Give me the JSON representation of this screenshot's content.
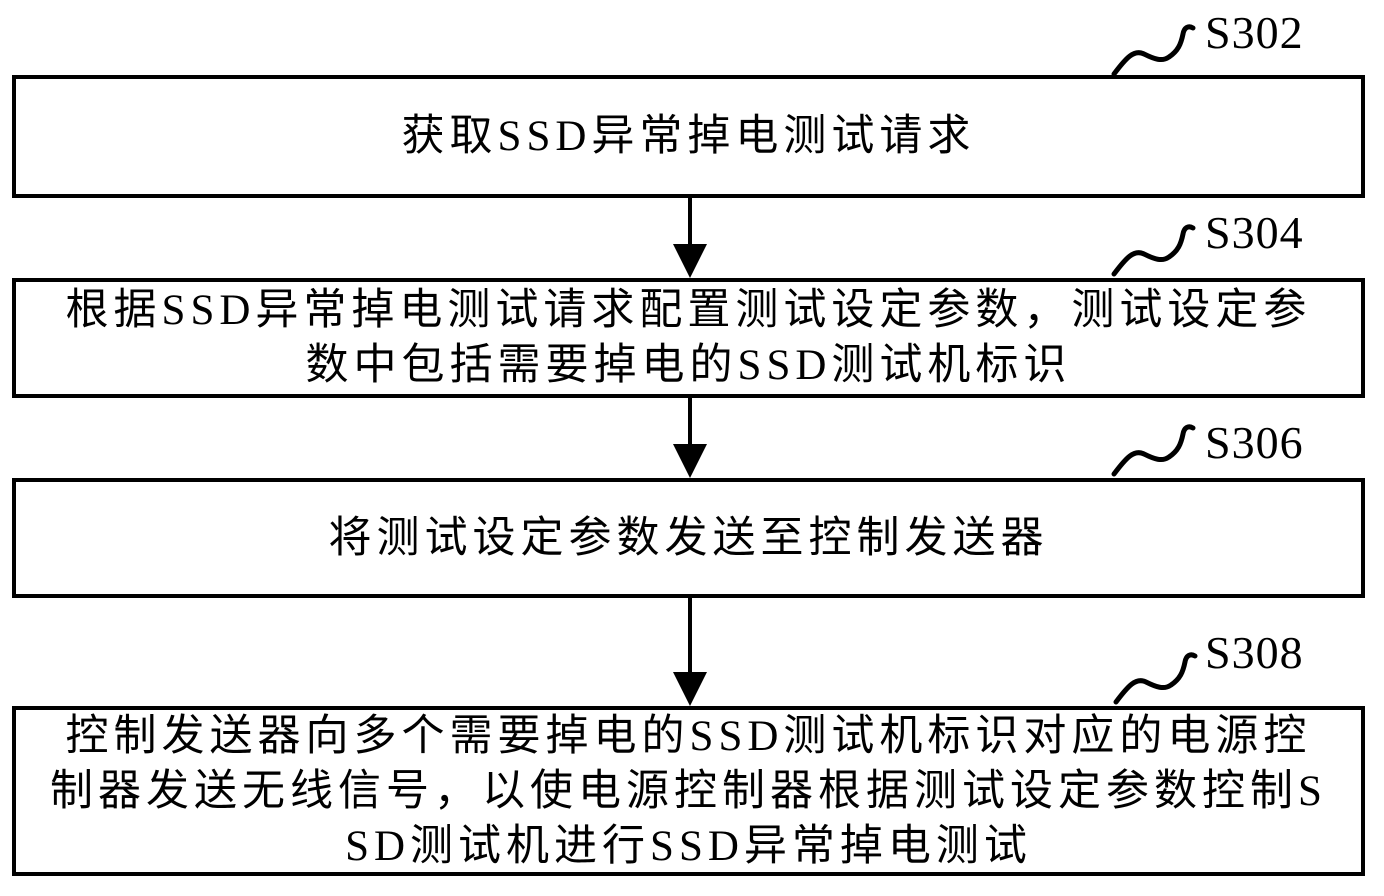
{
  "page": {
    "background_color": "#ffffff",
    "line_color": "#000000"
  },
  "flowchart": {
    "type": "vertical-process-flow",
    "steps": [
      {
        "label": "S302",
        "lines": [
          "获取SSD异常掉电测试请求"
        ]
      },
      {
        "label": "S304",
        "lines": [
          "根据SSD异常掉电测试请求配置测试设定参数，测试设定参",
          "数中包括需要掉电的SSD测试机标识"
        ]
      },
      {
        "label": "S306",
        "lines": [
          "将测试设定参数发送至控制发送器"
        ]
      },
      {
        "label": "S308",
        "lines": [
          "控制发送器向多个需要掉电的SSD测试机标识对应的电源控",
          "制器发送无线信号，以使电源控制器根据测试设定参数控制S",
          "SD测试机进行SSD异常掉电测试"
        ]
      }
    ],
    "connectors": [
      "S302→S304",
      "S304→S306",
      "S306→S308"
    ]
  }
}
